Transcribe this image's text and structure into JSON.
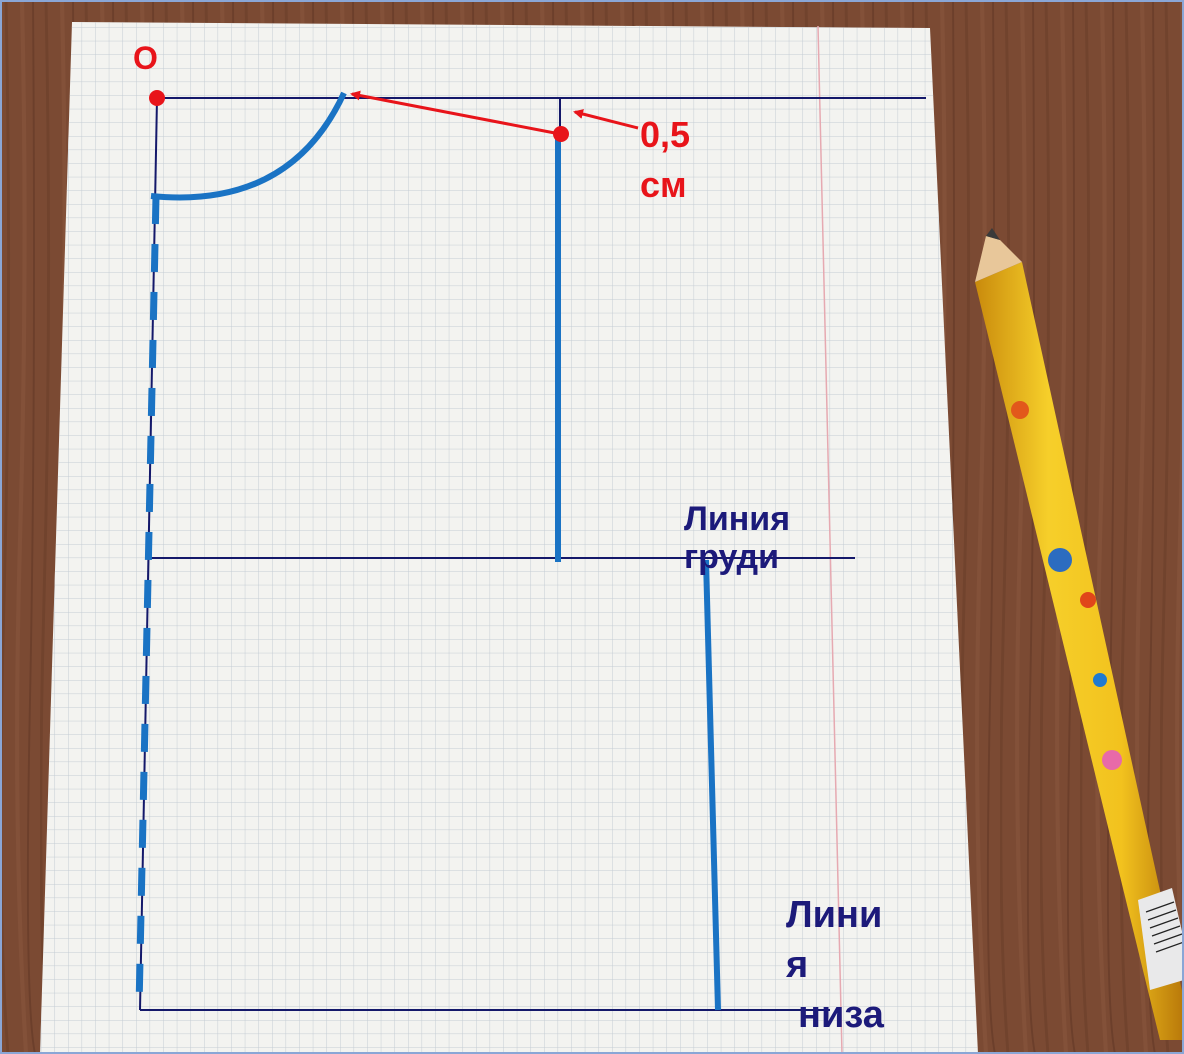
{
  "labels": {
    "origin": "О",
    "offset_value": "0,5",
    "offset_unit": "см",
    "chest_line_l1": "Линия",
    "chest_line_l2": "груди",
    "hem_line_l1": "Лини",
    "hem_line_l2": "я",
    "hem_line_l3": "низа"
  },
  "colors": {
    "annotation_red": "#e8141a",
    "pattern_blue": "#1a73c4",
    "construction_navy": "#14186a",
    "label_navy": "#1c1a7a",
    "paper": "#f3f3f0",
    "grid": "#b8c2cc",
    "margin_line": "#e6a9b1",
    "wood": "#7a4a34",
    "pencil_yellow": "#f2c21e"
  },
  "icons": {
    "origin_marker": "red-dot",
    "offset_marker": "red-dot",
    "background_object": "pencil"
  }
}
